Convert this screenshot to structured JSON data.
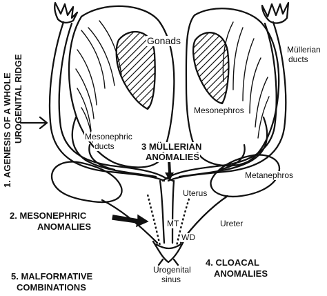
{
  "labels": {
    "gonads": "Gonads",
    "mullerian_ducts_line1": "Müllerian",
    "mullerian_ducts_line2": "ducts",
    "mesonephros": "Mesonephros",
    "mesonephric_ducts_line1": "Mesonephric",
    "mesonephric_ducts_line2": "ducts",
    "metanephros": "Metanephros",
    "uterus": "Uterus",
    "ureter": "Ureter",
    "mt": "MT",
    "wd": "WD",
    "urogenital_sinus_line1": "Urogenital",
    "urogenital_sinus_line2": "sinus"
  },
  "categories": {
    "agenesis_line1": "1. AGENESIS OF A WHOLE",
    "agenesis_line2": "UROGENITAL RIDGE",
    "mesonephric_line1": "2. MESONEPHRIC",
    "mesonephric_line2": "ANOMALIES",
    "mullerian_line1": "3 MÜLLERIAN",
    "mullerian_line2": "ANOMALIES",
    "cloacal_line1": "4. CLOACAL",
    "cloacal_line2": "ANOMALIES",
    "malformative_line1": "5. MALFORMATIVE",
    "malformative_line2": "COMBINATIONS"
  }
}
